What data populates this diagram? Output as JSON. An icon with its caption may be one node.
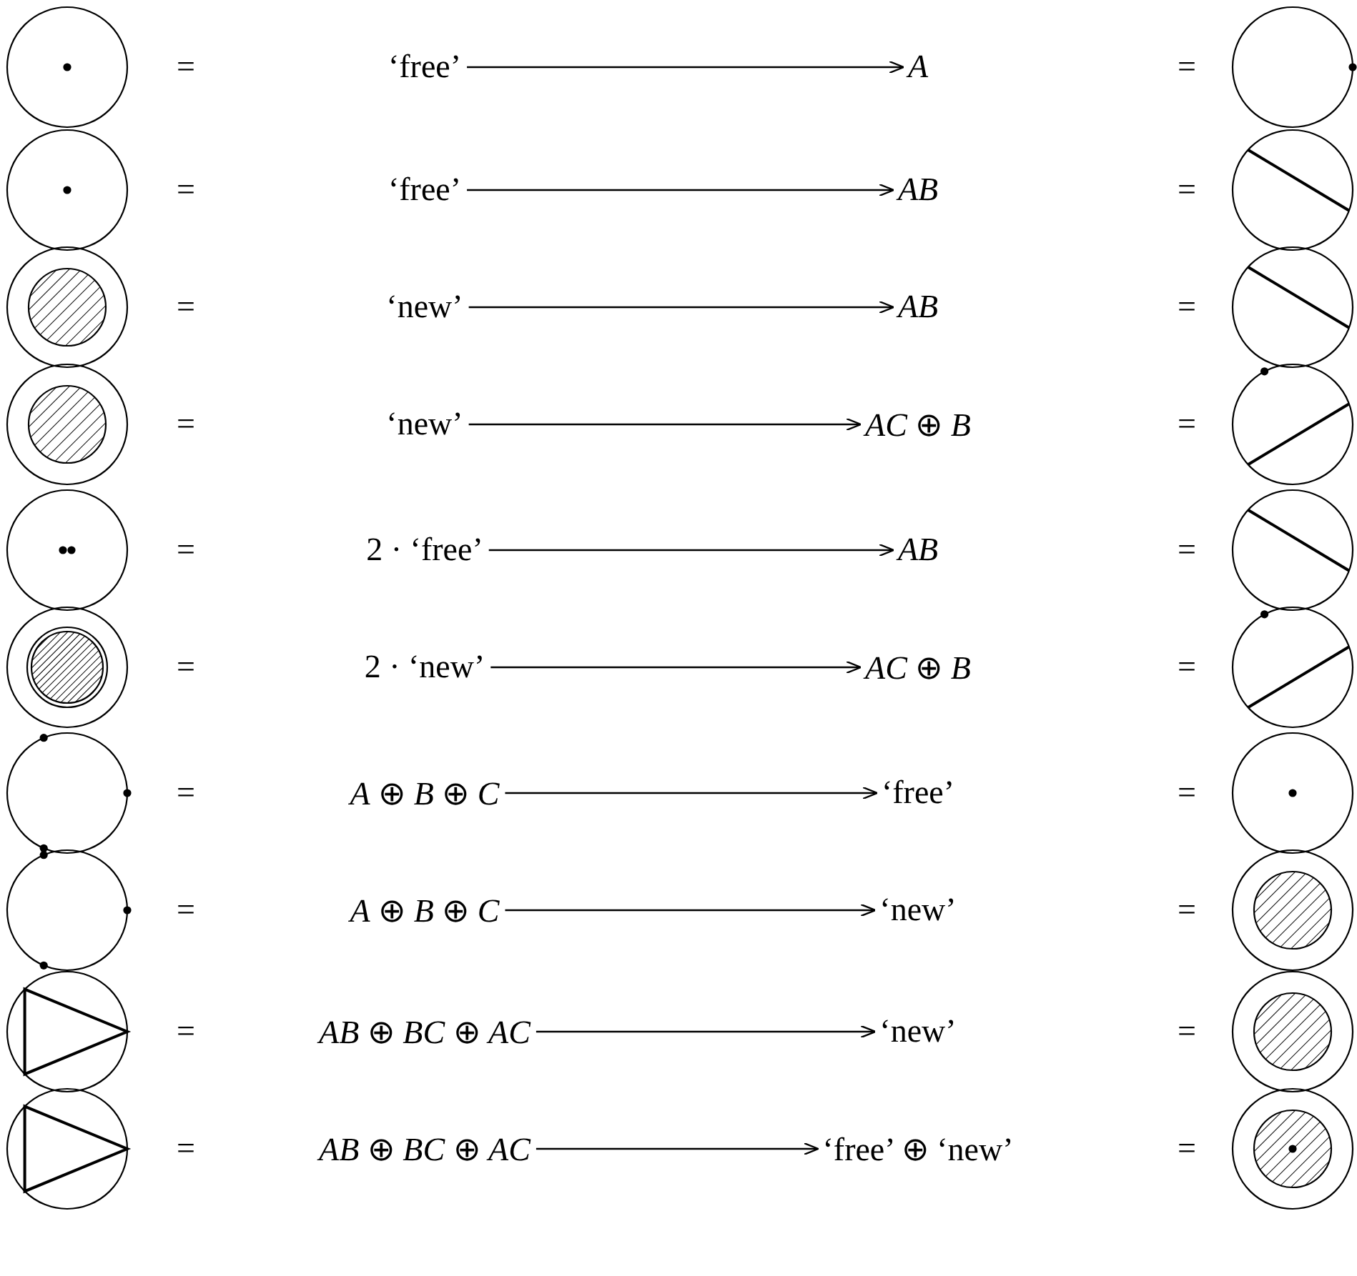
{
  "diagram": {
    "nodes": [
      {
        "text": [
          "‘free’"
        ]
      },
      {
        "text": [
          "A"
        ]
      },
      {
        "text": [
          "‘free’"
        ]
      },
      {
        "text": [
          "AB"
        ]
      },
      {
        "text": [
          "‘new’"
        ]
      },
      {
        "text": [
          "AB"
        ]
      },
      {
        "text": [
          "‘new’"
        ]
      },
      {
        "text": [
          "*AC* ⊕ *B*"
        ]
      },
      {
        "text": [
          "2 · ‘free’"
        ]
      },
      {
        "text": [
          "AB"
        ]
      },
      {
        "text": [
          "2 · ‘new’"
        ]
      },
      {
        "text": [
          "*AC* ⊕ *B*"
        ]
      },
      {
        "text": [
          "*A* ⊕ *B* ⊕ *C*"
        ]
      },
      {
        "text": [
          "‘free’"
        ]
      },
      {
        "text": [
          "*A* ⊕ *B* ⊕ *C*"
        ]
      },
      {
        "text": [
          "‘new’"
        ]
      },
      {
        "text": [
          "*AB* ⊕ *BC* ⊕ *AC*"
        ]
      },
      {
        "text": [
          "‘new’"
        ]
      },
      {
        "text": [
          "*AB* ⊕ *BC* ⊕ *AC*"
        ]
      },
      {
        "text": [
          "‘free’ ⊕ ‘new’"
        ]
      }
    ],
    "edges": [
      {
        "from": 0,
        "to": 1,
        "arrow": "to"
      },
      {
        "from": 2,
        "to": 3,
        "arrow": "to"
      },
      {
        "from": 4,
        "to": 5,
        "arrow": "to"
      },
      {
        "from": 6,
        "to": 7,
        "arrow": "to"
      },
      {
        "from": 8,
        "to": 9,
        "arrow": "to"
      },
      {
        "from": 10,
        "to": 11,
        "arrow": "to"
      },
      {
        "from": 12,
        "to": 13,
        "arrow": "to"
      },
      {
        "from": 14,
        "to": 15,
        "arrow": "to"
      },
      {
        "from": 16,
        "to": 17,
        "arrow": "to"
      },
      {
        "from": 18,
        "to": 19,
        "arrow": "to"
      }
    ],
    "labels": [
      "=",
      "=",
      "=",
      "=",
      "=",
      "=",
      "=",
      "=",
      "=",
      "=",
      "=",
      "=",
      "=",
      "=",
      "=",
      "=",
      "=",
      "=",
      "=",
      "="
    ]
  }
}
